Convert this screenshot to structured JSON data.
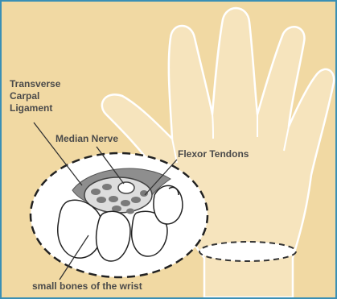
{
  "labels": {
    "ligament": [
      "Transverse",
      "Carpal",
      "Ligament"
    ],
    "median_nerve": "Median Nerve",
    "flexor_tendons": "Flexor Tendons",
    "small_bones": "small bones of the wrist"
  },
  "colors": {
    "background": "#f1d9a3",
    "hand_fill": "#f6e4bd",
    "hand_outline": "#ffffff",
    "frame_border": "#3a8fb5",
    "ligament": "#8e8e8e",
    "tendon": "#7a7a7a",
    "bone_fill": "#ffffff",
    "ink": "#333333"
  }
}
